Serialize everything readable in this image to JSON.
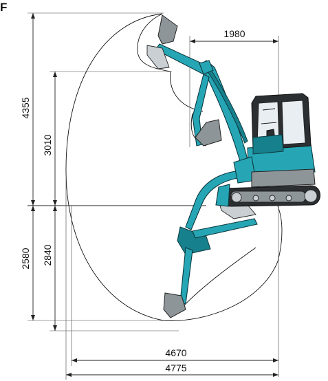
{
  "corner_letter": "F",
  "dimensions": {
    "max_digging_height": "4355",
    "max_dumping_height": "3010",
    "max_digging_depth": "2580",
    "max_vertical_wall_depth": "2840",
    "min_front_swing_radius": "1980",
    "max_reach_ground": "4670",
    "max_reach": "4775"
  },
  "colors": {
    "machine_body": "#26a6b5",
    "undercarriage": "#2b2f31"
  },
  "icons": {
    "machine": "mini-excavator-illustration"
  }
}
